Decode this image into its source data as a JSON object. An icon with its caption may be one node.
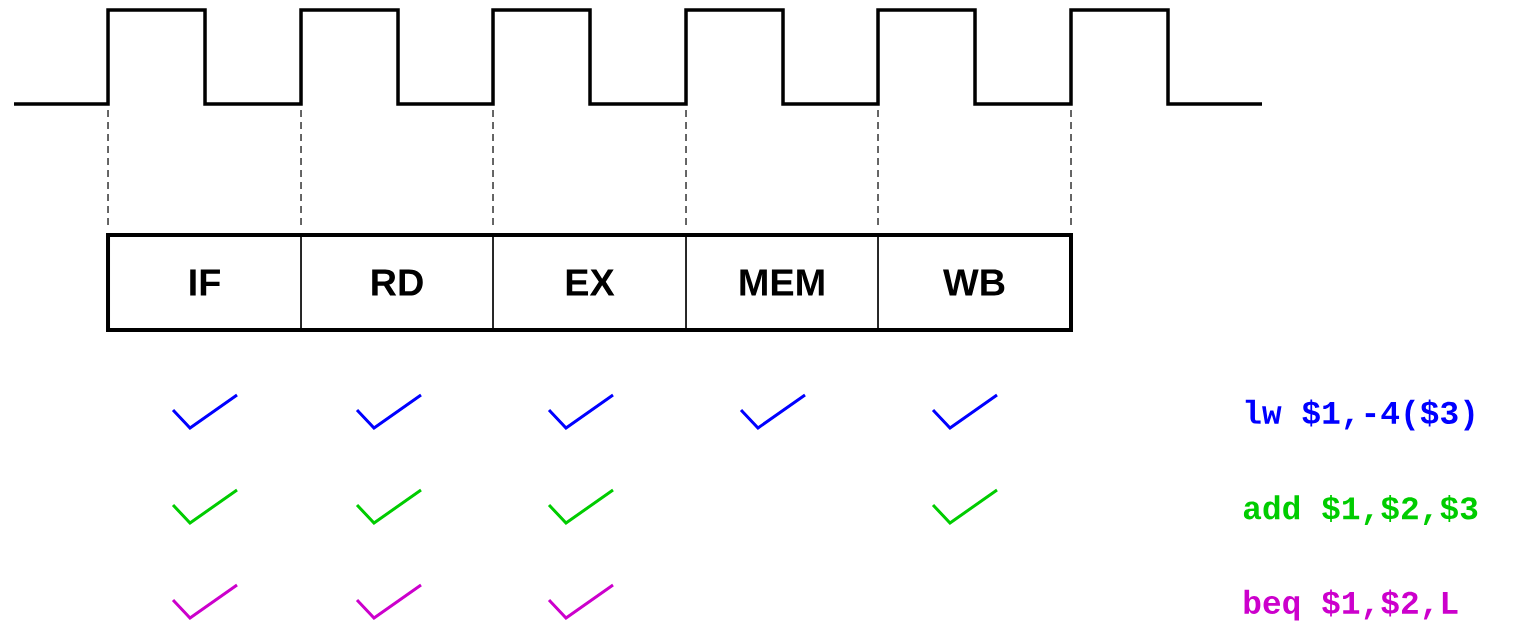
{
  "diagram": {
    "nodes": [
      {
        "text": [
          "IF"
        ]
      },
      {
        "text": [
          "RD"
        ]
      },
      {
        "text": [
          "EX"
        ]
      },
      {
        "text": [
          "MEM"
        ]
      },
      {
        "text": [
          "WB"
        ]
      }
    ],
    "labels": [
      "lw $1,-4($3)",
      "add $1,$2,$3",
      "beq $1,$2,L"
    ]
  }
}
